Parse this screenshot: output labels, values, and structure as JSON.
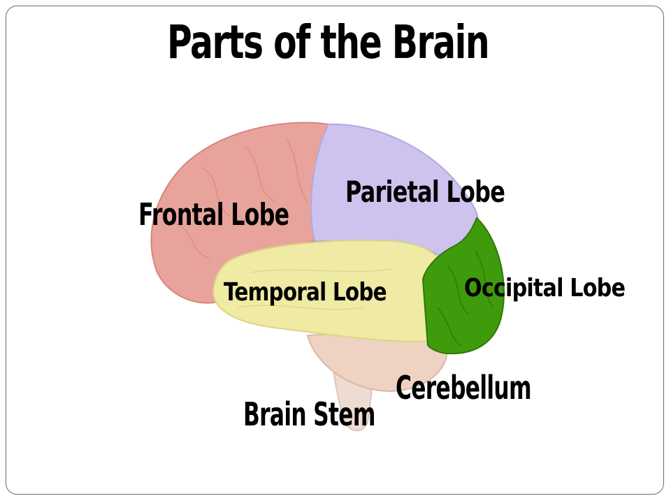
{
  "title": "Parts of the Brain",
  "labels": {
    "frontal": "Frontal Lobe",
    "parietal": "Parietal Lobe",
    "temporal": "Temporal Lobe",
    "occipital": "Occipital Lobe",
    "cerebellum": "Cerebellum",
    "brain_stem": "Brain Stem"
  },
  "colors": {
    "frontal": "#e8a49c",
    "parietal": "#cdc3ee",
    "temporal": "#efeaa4",
    "occipital": "#3f9a0c",
    "cerebellum": "#eed2c2",
    "brain_stem": "#eedcd2",
    "slide_border": "#6b6b6b"
  }
}
